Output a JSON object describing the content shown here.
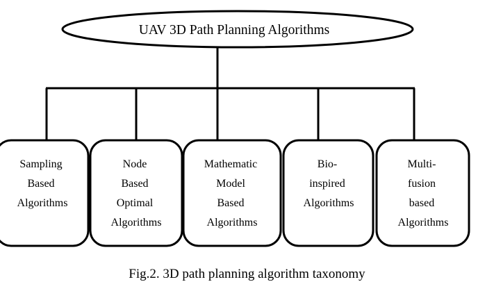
{
  "root": {
    "label": "UAV 3D Path Planning Algorithms"
  },
  "children": [
    {
      "lines": [
        "Sampling",
        "Based",
        "Algorithms"
      ]
    },
    {
      "lines": [
        "Node",
        "Based",
        "Optimal",
        "Algorithms"
      ]
    },
    {
      "lines": [
        "Mathematic",
        "Model",
        "Based",
        "Algorithms"
      ]
    },
    {
      "lines": [
        "Bio-",
        "inspired",
        "Algorithms"
      ]
    },
    {
      "lines": [
        "Multi-",
        "fusion",
        "based",
        "Algorithms"
      ]
    }
  ],
  "caption": "Fig.2. 3D path planning algorithm taxonomy"
}
